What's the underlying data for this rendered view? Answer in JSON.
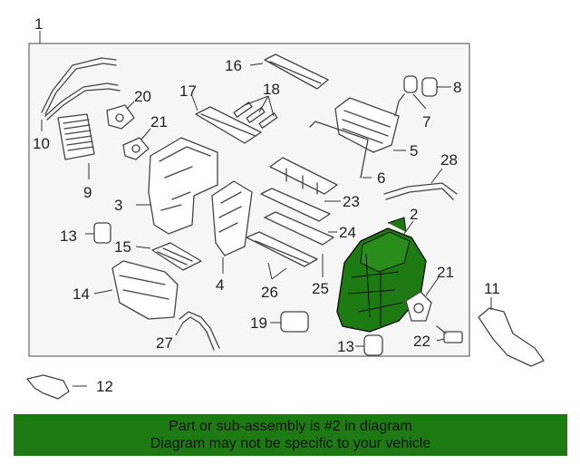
{
  "diagram": {
    "highlight_color": "#1e7a12",
    "callouts": {
      "c1": "1",
      "c2": "2",
      "c3": "3",
      "c4": "4",
      "c5": "5",
      "c6": "6",
      "c7": "7",
      "c8": "8",
      "c9": "9",
      "c10": "10",
      "c11": "11",
      "c12": "12",
      "c13a": "13",
      "c13b": "13",
      "c14": "14",
      "c15": "15",
      "c16": "16",
      "c17": "17",
      "c18": "18",
      "c19": "19",
      "c20": "20",
      "c21a": "21",
      "c21b": "21",
      "c22": "22",
      "c23": "23",
      "c24": "24",
      "c25": "25",
      "c26": "26",
      "c27": "27",
      "c28": "28"
    }
  },
  "banner": {
    "line1": "Part or sub-assembly is #2 in diagram",
    "line2": "Diagram may not be specific to your vehicle"
  }
}
